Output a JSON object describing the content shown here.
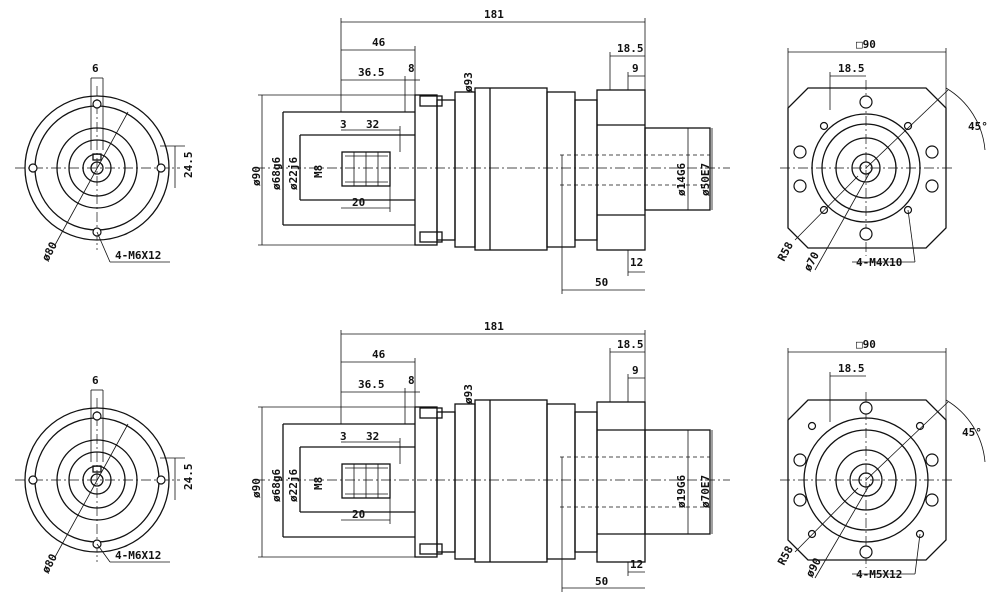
{
  "views": [
    {
      "left_view": {
        "pcd_label": "ø80",
        "bolt_label": "4-M6X12",
        "key_label": "6",
        "offset_label": "24.5"
      },
      "side_view": {
        "overall_length": "181",
        "l46": "46",
        "l36_5": "36.5",
        "l8": "8",
        "l3": "3",
        "l32": "32",
        "l20": "20",
        "l18_5": "18.5",
        "l9": "9",
        "l12": "12",
        "l50": "50",
        "d90": "ø90",
        "d68": "ø68g6",
        "d22": "ø22j6",
        "m8": "M8",
        "d93": "ø93",
        "shaft_dia": "ø14G6",
        "pilot_dia": "ø50E7"
      },
      "right_view": {
        "square_label": "□90",
        "key_label": "18.5",
        "angle_label": "45°",
        "radius_label": "R58",
        "pcd_label": "ø70",
        "bolt_label": "4-M4X10"
      }
    },
    {
      "left_view": {
        "pcd_label": "ø80",
        "bolt_label": "4-M6X12",
        "key_label": "6",
        "offset_label": "24.5"
      },
      "side_view": {
        "overall_length": "181",
        "l46": "46",
        "l36_5": "36.5",
        "l8": "8",
        "l3": "3",
        "l32": "32",
        "l20": "20",
        "l18_5": "18.5",
        "l9": "9",
        "l12": "12",
        "l50": "50",
        "d90": "ø90",
        "d68": "ø68g6",
        "d22": "ø22j6",
        "m8": "M8",
        "d93": "ø93",
        "shaft_dia": "ø19G6",
        "pilot_dia": "ø70E7"
      },
      "right_view": {
        "square_label": "□90",
        "key_label": "18.5",
        "angle_label": "45°",
        "radius_label": "R58",
        "pcd_label": "ø90",
        "bolt_label": "4-M5X12"
      }
    }
  ]
}
